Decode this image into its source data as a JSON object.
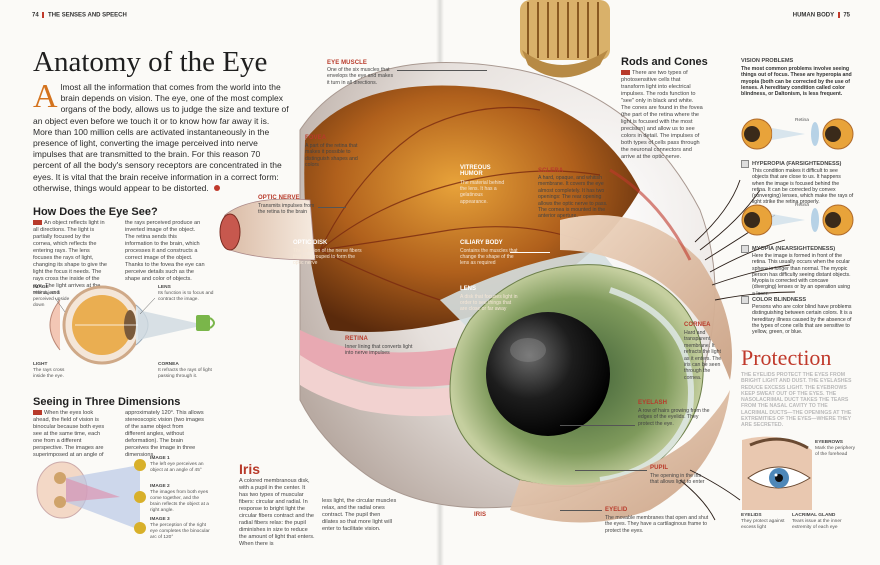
{
  "folio": {
    "left_number": "74",
    "left_section": "THE SENSES AND SPEECH",
    "right_section": "HUMAN BODY",
    "right_number": "75"
  },
  "title": "Anatomy of the Eye",
  "intro": {
    "dropcap": "A",
    "text": "lmost all the information that comes from the world into the brain depends on vision. The eye, one of the most complex organs of the body, allows us to judge the size and texture of an object even before we touch it or to know how far away it is. More than 100 million cells are activated instantaneously in the presence of light, converting the image perceived into nerve impulses that are transmitted to the brain. For this reason 70 percent of all the body's sensory receptors are concentrated in the eyes. It is vital that the brain receive information in a correct form: otherwise, things would appear to be distorted."
  },
  "how_sees": {
    "heading": "How Does the Eye See?",
    "col1": "An object reflects light in all directions. The light is partially focused by the cornea, which reflects the entering rays. The lens focuses the rays of light, changing its shape to give the light the focus it needs. The rays cross the inside of the eye. The light arrives at the retina, and",
    "col2": "the rays perceived produce an inverted image of the object. The retina sends this information to the brain, which processes it and constructs a correct image of the object. Thanks to the fovea the eye can perceive details such as the shape and color of objects.",
    "image_label": "IMAGE",
    "image_text": "The object is perceived upside down",
    "lens_label": "LENS",
    "lens_text": "Its function is to focus and contract the image.",
    "light_label": "LIGHT",
    "light_text": "The rays cross inside the eye.",
    "cornea_label": "CORNEA",
    "cornea_text": "It refracts the rays of light passing through it."
  },
  "three_d": {
    "heading": "Seeing in Three Dimensions",
    "col1": "When the eyes look ahead, the field of vision is binocular because both eyes see at the same time, each one from a different perspective. The images are superimposed at an angle of",
    "col2": "approximately 120°. This allows stereoscopic vision (two images of the same object from different angles, without deformation). The brain perceives the image in three dimensions.",
    "image1_label": "IMAGE 1",
    "image1_text": "The left eye perceives an object at an angle of 45°",
    "image2_label": "IMAGE 2",
    "image2_text": "The images from both eyes come together, and the brain reflects the object at a right angle.",
    "image3_label": "IMAGE 3",
    "image3_text": "The perception of the right eye completes the binocular arc of 120°"
  },
  "annotations": {
    "eye_muscle_title": "EYE MUSCLE",
    "eye_muscle_text": "One of the six muscles that envelops the eye and makes it turn in all directions.",
    "fovea_title": "FOVEA",
    "fovea_text": "A part of the retina that makes it possible to distinguish shapes and colors",
    "optic_nerve_title": "OPTIC NERVE",
    "optic_nerve_text": "Transmits impulses from the retina to the brain",
    "optic_disk_title": "OPTIC DISK",
    "optic_disk_text": "The junction of the nerve fibers that are grouped to form the optic nerve",
    "retina_title": "RETINA",
    "retina_text": "Inner lining that converts light into nerve impulses",
    "vitreous_title": "VITREOUS HUMOR",
    "vitreous_text": "The material behind the lens. It has a gelatinous appearance.",
    "ciliary_title": "CILIARY BODY",
    "ciliary_text": "Contains the muscles that change the shape of the lens as required",
    "lens_title": "LENS",
    "lens_text": "A disk that focuses light in order to see things that are close or far away",
    "sclera_title": "SCLERA",
    "sclera_text": "A hard, opaque, and whitish membrane. It covers the eye almost completely. It has two openings: The rear opening allows the optic nerve to pass. The cornea is mounted in the anterior aperture.",
    "cornea_title": "CORNEA",
    "cornea_text": "Hard and transparent membrane. It refracts the light as it enters. The iris can be seen through the cornea.",
    "eyelash_title": "EYELASH",
    "eyelash_text": "A row of hairs growing from the edges of the eyelids. They protect the eye.",
    "pupil_title": "PUPIL",
    "pupil_text": "The opening in the iris that allows light to enter",
    "eyelid_title": "EYELID",
    "eyelid_text": "The movable membranes that open and shut the eyes. They have a cartilaginous frame to protect the eyes.",
    "iris_label": "IRIS"
  },
  "iris": {
    "heading": "Iris",
    "col1": "A colored membranous disk, with a pupil in the center. It has two types of muscular fibers: circular and radial. In response to bright light the circular fibers contract and the radial fibers relax: the pupil diminishes in size to reduce the amount of light that enters. When there is",
    "col2": "less light, the circular muscles relax, and the radial ones contract. The pupil then dilates so that more light will enter to facilitate vision."
  },
  "rods": {
    "heading": "Rods and Cones",
    "text": "There are two types of photosensitive cells that transform light into electrical impulses. The rods function to \"see\" only in black and white. The cones are found in the fovea (the part of the retina where the light is focused with the most precision) and allow us to see colors in detail. The impulses of both types of cells pass through the neuronal connectors and arrive at the optic nerve."
  },
  "vision": {
    "heading": "VISION PROBLEMS",
    "intro": "The most common problems involve seeing things out of focus. These are hyperopia and myopia (both can be corrected by the use of lenses. A hereditary condition called color blindness, or Daltonism, is less frequent.",
    "hyperopia_title": "HYPEROPIA (FARSIGHTEDNESS)",
    "hyperopia_text": "This condition makes it difficult to see objects that are close to us. It happens when the image is focused behind the retina. It can be corrected by convex (converging) lenses, which make the rays of light strike the retina properly.",
    "myopia_title": "MYOPIA (NEARSIGHTEDNESS)",
    "myopia_text": "Here the image is formed in front of the retina. This usually occurs when the ocular sphere is longer than normal. The myopic person has difficulty seeing distant objects. Myopia is corrected with concave (diverging) lenses or by an operation using a laser.",
    "color_title": "COLOR BLINDNESS",
    "color_text": "Persons who are color blind have problems distinguishing between certain colors. It is a hereditary illness caused by the absence of the types of cone cells that are sensitive to yellow, green, or blue.",
    "retina_word": "Retina"
  },
  "protection": {
    "heading": "Protection",
    "text": "THE EYELIDS PROTECT THE EYES FROM BRIGHT LIGHT AND DUST. THE EYELASHES REDUCE EXCESS LIGHT. THE EYEBROWS KEEP SWEAT OUT OF THE EYES. THE NASOLACRIMAL DUCT TAKES THE TEARS FROM THE NASAL CAVITY TO THE LACRIMAL DUCTS—THE OPENINGS AT THE EXTREMITIES OF THE EYES—WHERE THEY ARE SECRETED.",
    "eyebrows_label": "EYEBROWS",
    "eyebrows_text": "Mark the periphery of the forehead",
    "eyelids_label": "EYELIDS",
    "eyelids_text": "They protect against excess light",
    "lacrimal_label": "LACRIMAL GLAND",
    "lacrimal_text": "Tears issue at the inner extremity of each eye"
  }
}
